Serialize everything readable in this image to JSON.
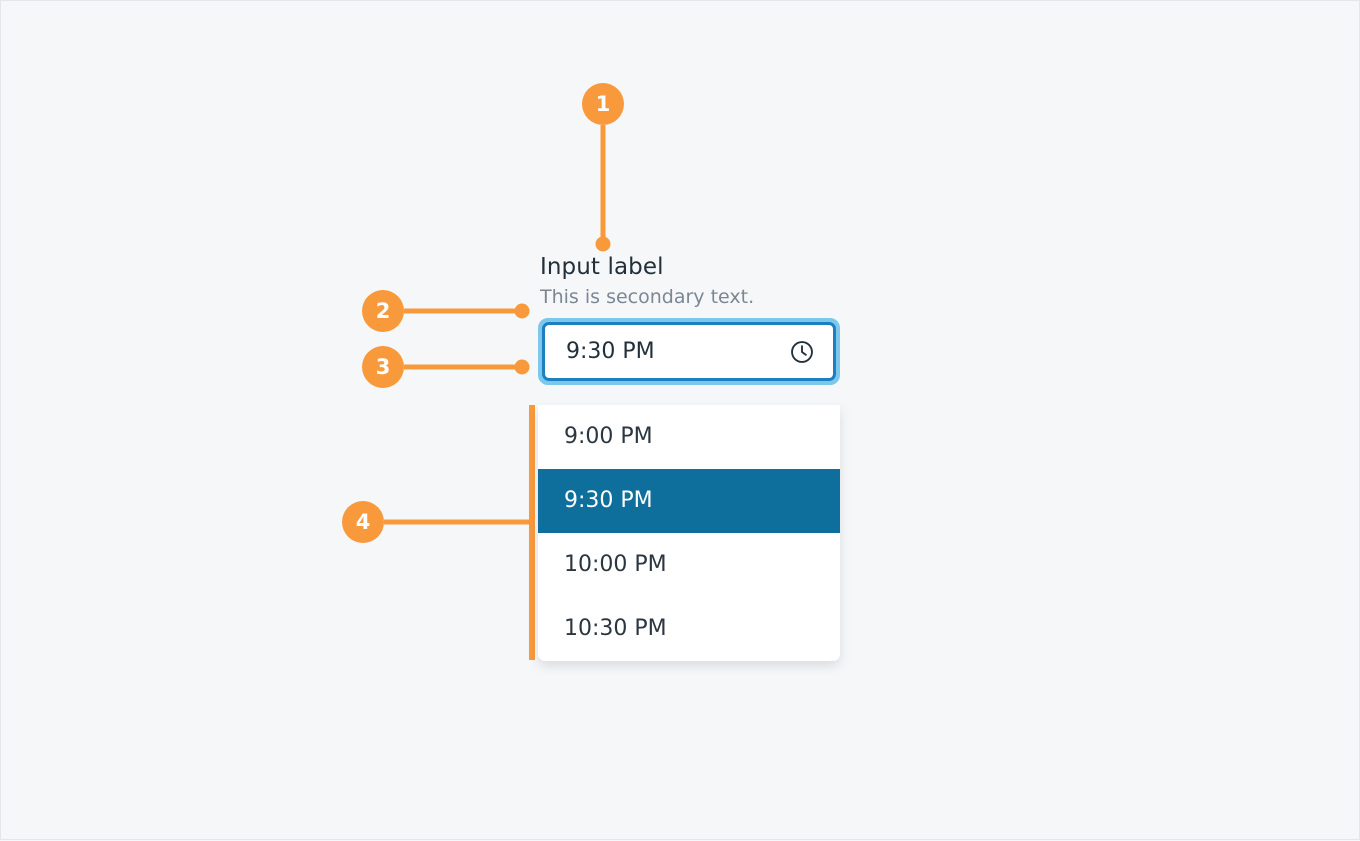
{
  "colors": {
    "page_background": "#f6f7f9",
    "annotation_orange": "#f89a3c",
    "focus_ring": "#7cc8ec",
    "field_border": "#1d7fc0",
    "selected_row": "#0e6f9c",
    "label_text": "#21303b",
    "secondary_text": "#7b8794"
  },
  "component": {
    "label": "Input label",
    "secondary_text": "This is secondary text.",
    "field": {
      "value": "9:30 PM",
      "icon": "clock-icon"
    },
    "dropdown": {
      "options": [
        {
          "label": "9:00 PM",
          "selected": false
        },
        {
          "label": "9:30 PM",
          "selected": true
        },
        {
          "label": "10:00 PM",
          "selected": false
        },
        {
          "label": "10:30 PM",
          "selected": false
        }
      ]
    }
  },
  "annotations": [
    {
      "number": "1",
      "target": "input-label"
    },
    {
      "number": "2",
      "target": "secondary-text"
    },
    {
      "number": "3",
      "target": "time-input-field"
    },
    {
      "number": "4",
      "target": "dropdown-list"
    }
  ]
}
